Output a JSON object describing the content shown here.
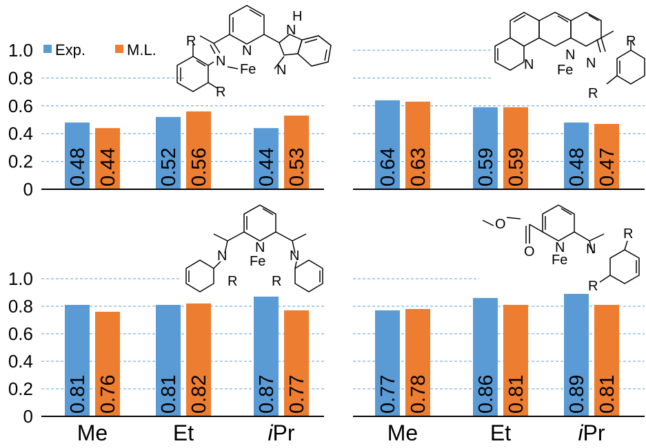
{
  "colors": {
    "exp": "#5b9bd5",
    "ml": "#ed7d31",
    "grid": "#5b9bd5",
    "axis": "#000000"
  },
  "legend": {
    "exp_label": "Exp.",
    "ml_label": "M.L."
  },
  "category_labels": [
    "Me",
    "Et",
    "iPr"
  ],
  "chart_data": [
    {
      "type": "bar",
      "categories": [
        "Me",
        "Et",
        "iPr"
      ],
      "series": [
        {
          "name": "Exp.",
          "values": [
            0.48,
            0.52,
            0.44
          ]
        },
        {
          "name": "M.L.",
          "values": [
            0.44,
            0.56,
            0.53
          ]
        }
      ],
      "yticks": [
        "0",
        "0.2",
        "0.4",
        "0.6",
        "0.8",
        "1.0"
      ],
      "ylim": [
        0,
        1.0
      ],
      "grid": "dashed horizontal",
      "legend_position": "top-left"
    },
    {
      "type": "bar",
      "categories": [
        "Me",
        "Et",
        "iPr"
      ],
      "series": [
        {
          "name": "Exp.",
          "values": [
            0.64,
            0.59,
            0.48
          ]
        },
        {
          "name": "M.L.",
          "values": [
            0.63,
            0.59,
            0.47
          ]
        }
      ],
      "ylim": [
        0,
        1.0
      ],
      "grid": "dashed horizontal"
    },
    {
      "type": "bar",
      "categories": [
        "Me",
        "Et",
        "iPr"
      ],
      "series": [
        {
          "name": "Exp.",
          "values": [
            0.81,
            0.81,
            0.87
          ]
        },
        {
          "name": "M.L.",
          "values": [
            0.76,
            0.82,
            0.77
          ]
        }
      ],
      "yticks": [
        "0",
        "0.2",
        "0.4",
        "0.6",
        "0.8",
        "1.0"
      ],
      "ylim": [
        0,
        1.0
      ],
      "grid": "dashed horizontal"
    },
    {
      "type": "bar",
      "categories": [
        "Me",
        "Et",
        "iPr"
      ],
      "series": [
        {
          "name": "Exp.",
          "values": [
            0.77,
            0.86,
            0.89
          ]
        },
        {
          "name": "M.L.",
          "values": [
            0.78,
            0.81,
            0.81
          ]
        }
      ],
      "ylim": [
        0,
        1.0
      ],
      "grid": "dashed horizontal"
    }
  ],
  "molecules": {
    "m1": {
      "atoms": [
        "R",
        "N",
        "N",
        "Fe",
        "N",
        "N",
        "H",
        "R"
      ]
    },
    "m2": {
      "atoms": [
        "N",
        "N",
        "Fe",
        "N",
        "R",
        "R"
      ]
    },
    "m3": {
      "atoms": [
        "N",
        "N",
        "Fe",
        "N",
        "R",
        "R"
      ]
    },
    "m4": {
      "atoms": [
        "O",
        "N",
        "O",
        "Fe",
        "N",
        "R",
        "R"
      ]
    }
  }
}
